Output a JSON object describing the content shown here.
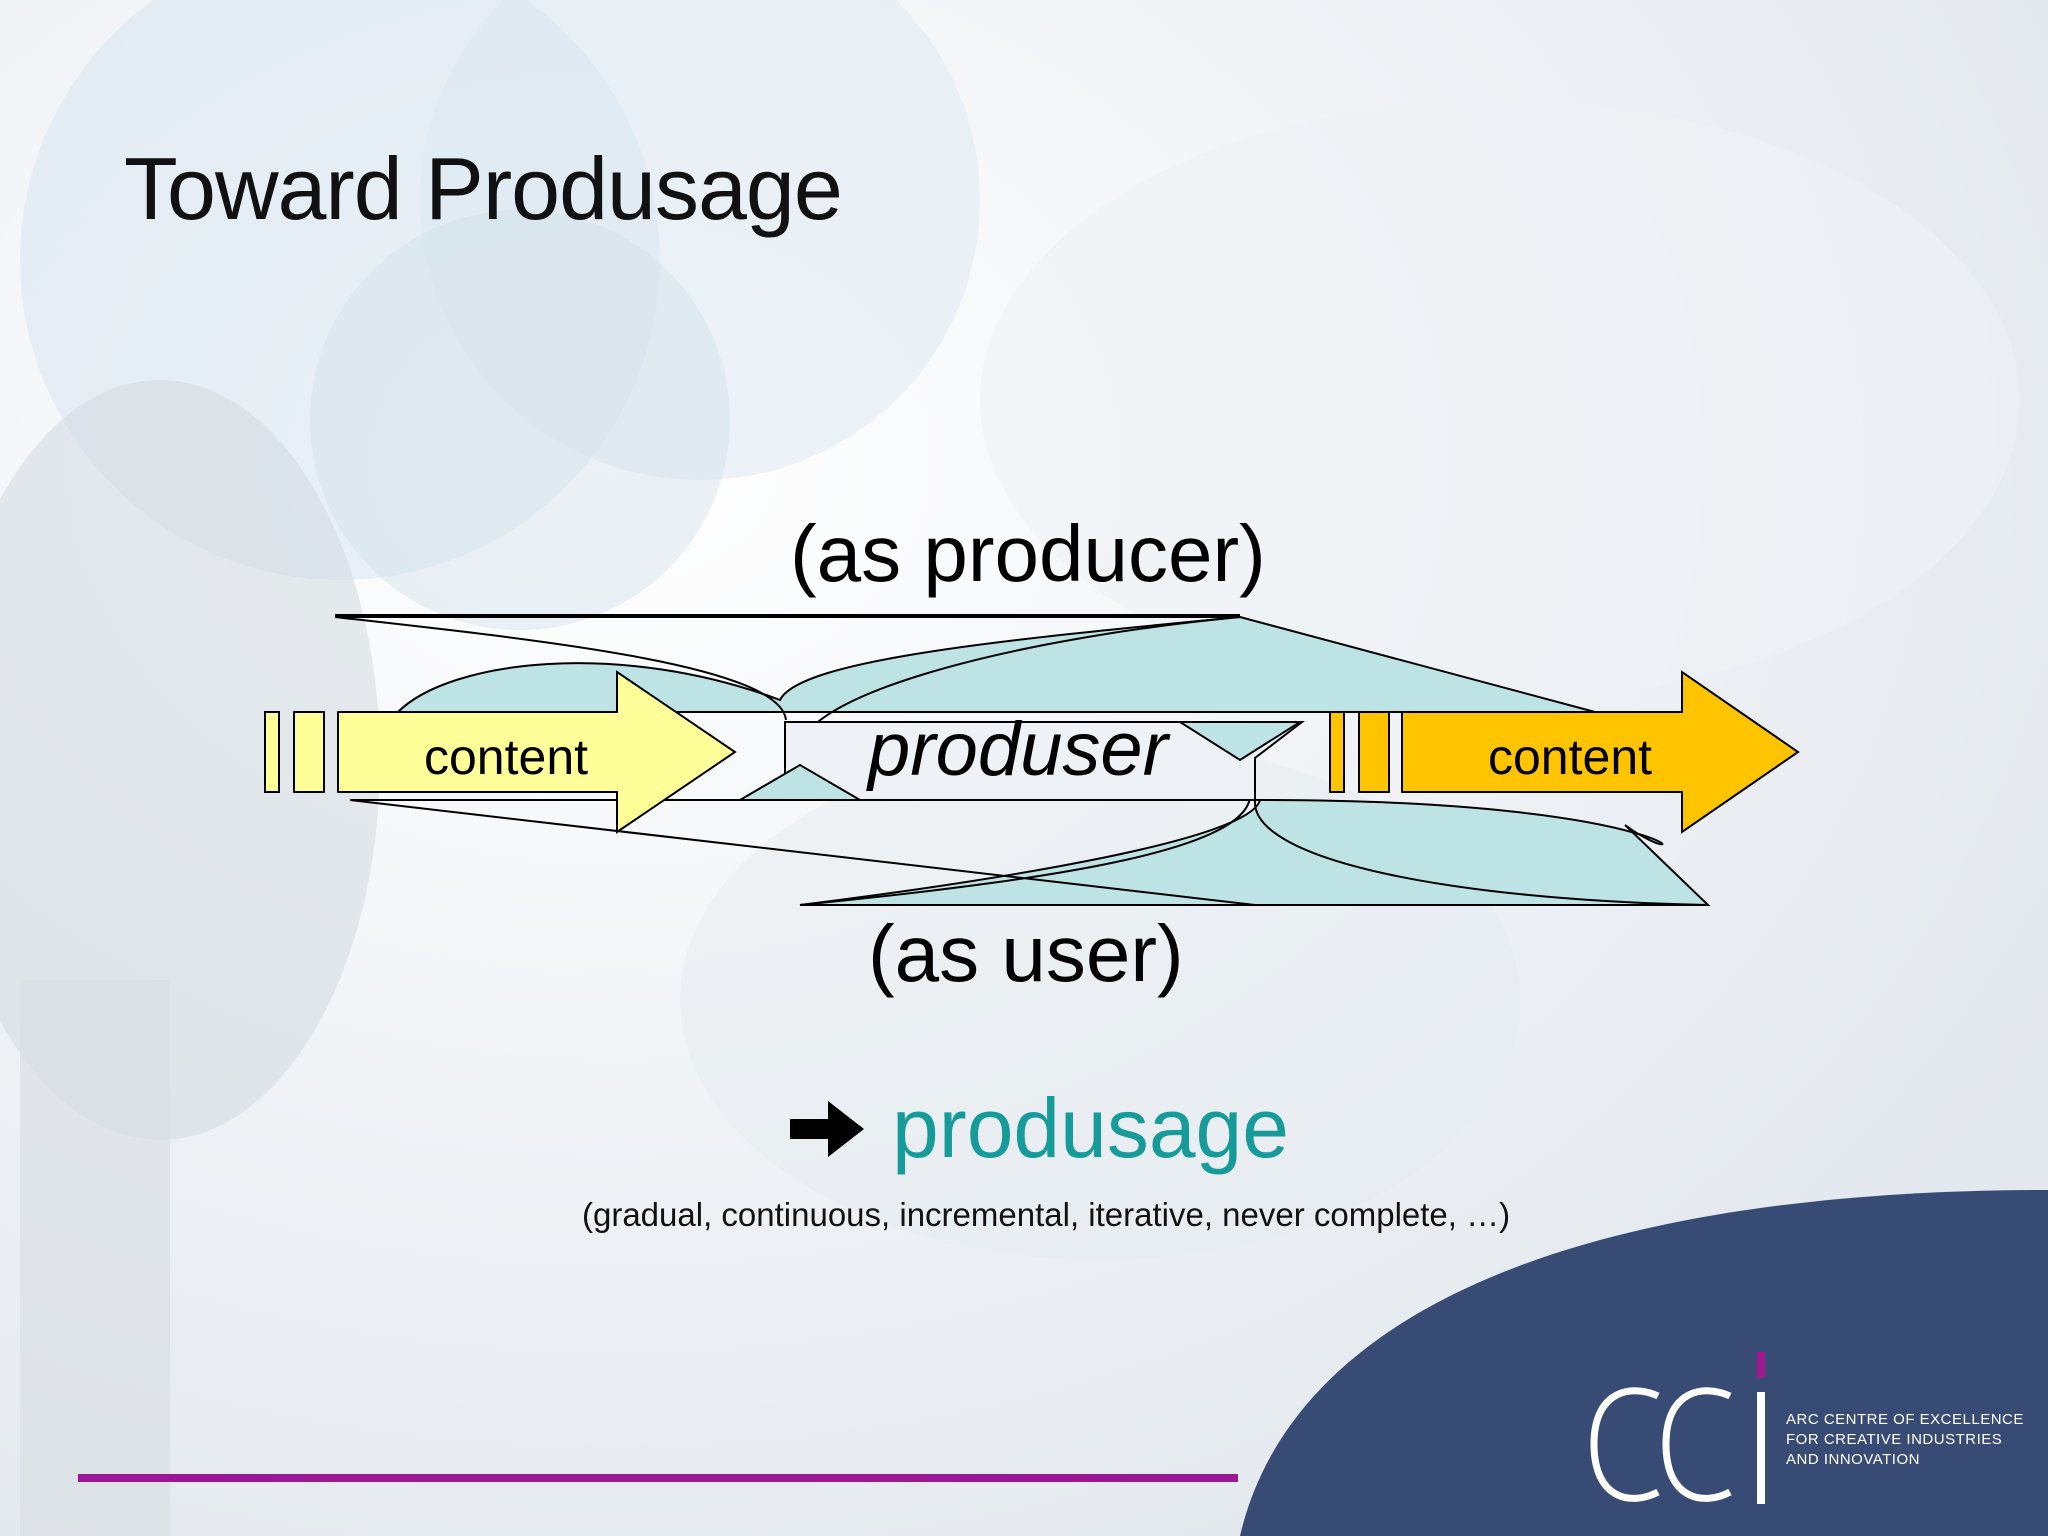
{
  "slide": {
    "title": "Toward Produsage"
  },
  "diagram": {
    "as_producer": "(as producer)",
    "produser": "produser",
    "as_user": "(as user)",
    "content_left": "content",
    "content_right": "content"
  },
  "result": {
    "arrow_icon": "arrow-right-icon",
    "term": "produsage",
    "qualifiers": "(gradual, continuous, incremental, iterative, never complete, …)"
  },
  "logo": {
    "line1": "ARC CENTRE OF EXCELLENCE",
    "line2": "FOR CREATIVE  INDUSTRIES",
    "line3": "AND INNOVATION"
  },
  "colors": {
    "teal_fill": "#bde3e5",
    "pale_yellow": "#ffff99",
    "gold": "#ffc400",
    "accent_teal_text": "#169a9a",
    "navy": "#384b74",
    "magenta": "#9a1796"
  }
}
